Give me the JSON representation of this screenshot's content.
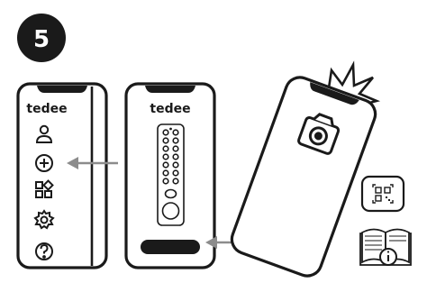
{
  "step": {
    "number": "5"
  },
  "phone_menu": {
    "brand": "tedee",
    "menu_icons": [
      "person-icon",
      "plus-circle-icon",
      "devices-icon",
      "gear-icon",
      "help-icon"
    ]
  },
  "phone_remote": {
    "brand": "tedee"
  },
  "phone_camera": {
    "icons": [
      "camera-icon",
      "flash-burst-icon"
    ]
  },
  "side_icons": [
    "qr-code-icon",
    "manual-info-icon"
  ],
  "colors": {
    "ink": "#1a1a1a",
    "arrow": "#8c8c8c",
    "background": "#ffffff"
  }
}
